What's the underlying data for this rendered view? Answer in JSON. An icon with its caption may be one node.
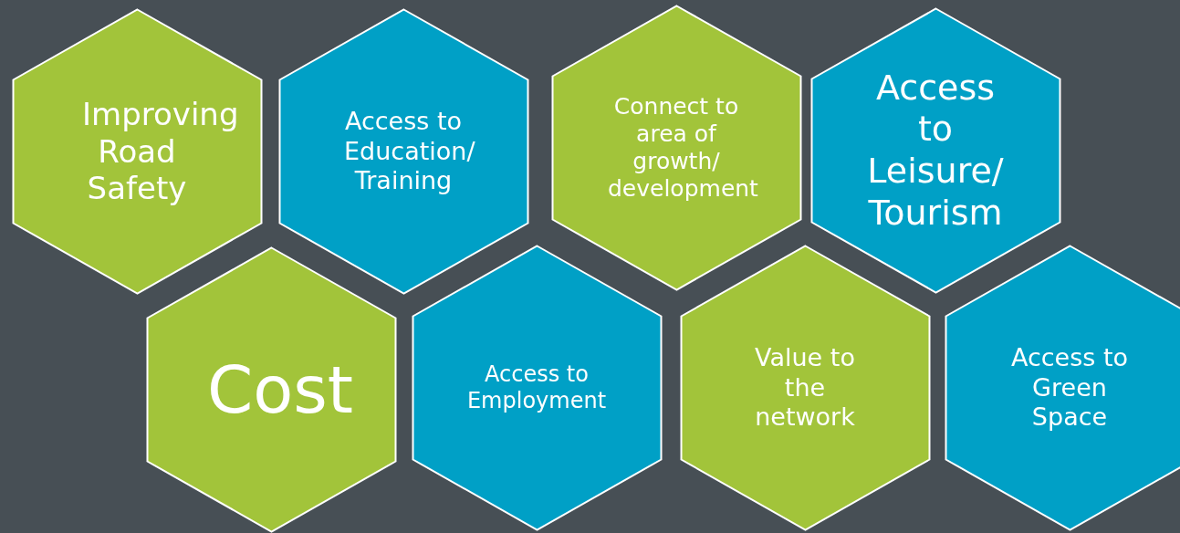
{
  "diagram": {
    "nodes": [
      {
        "text": [
          "Improving Road Safety"
        ]
      },
      {
        "text": [
          "Access to Education/ Training"
        ]
      },
      {
        "text": [
          "Connect to area of growth/ development"
        ]
      },
      {
        "text": [
          "Access to Leisure/ Tourism"
        ]
      },
      {
        "text": [
          "Cost"
        ]
      },
      {
        "text": [
          "Access to Employment"
        ]
      },
      {
        "text": [
          "Value to the network"
        ]
      },
      {
        "text": [
          "Access to Green Space"
        ]
      }
    ]
  }
}
